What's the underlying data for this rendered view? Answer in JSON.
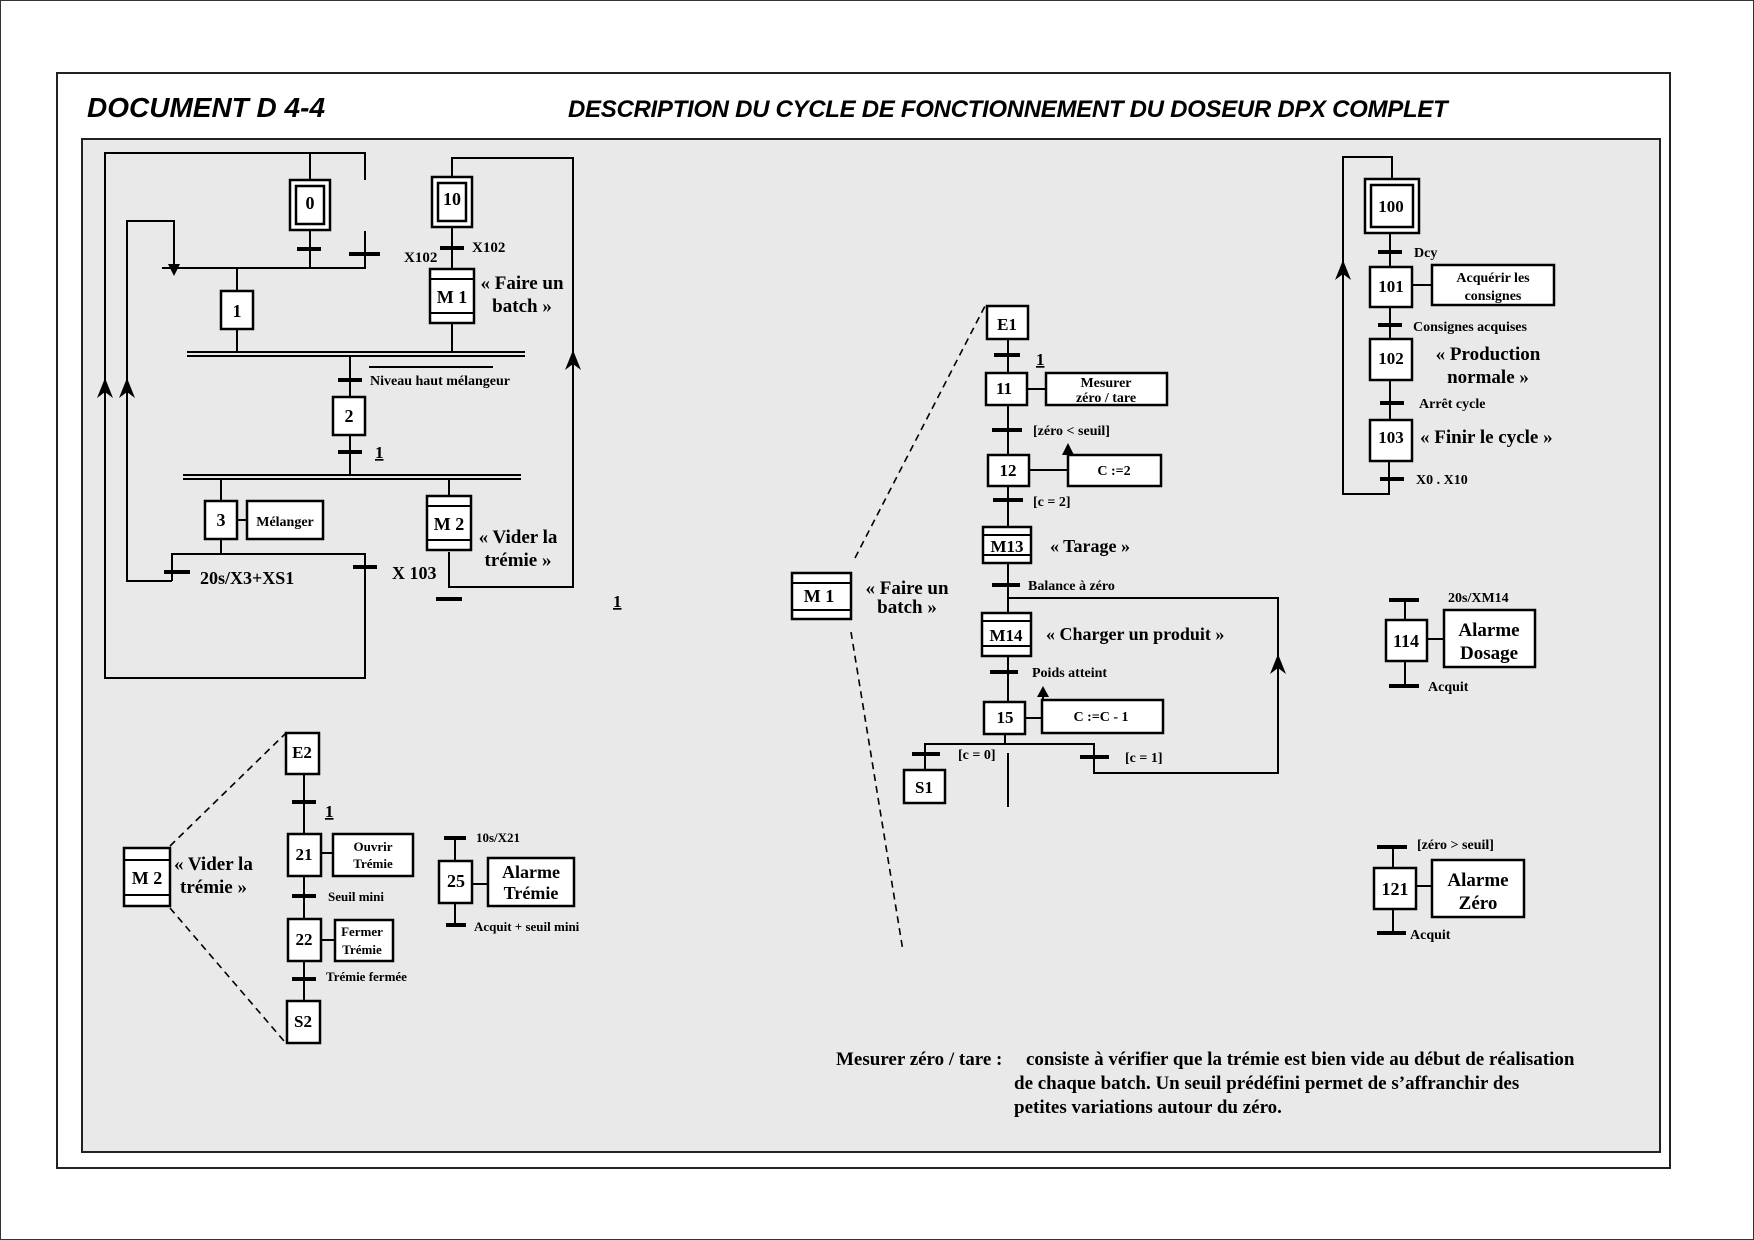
{
  "header": {
    "document_id": "DOCUMENT  D 4-4",
    "title": "DESCRIPTION DU CYCLE DE FONCTIONNEMENT  DU DOSEUR DPX COMPLET"
  },
  "grafcet_main": {
    "steps": {
      "s0": "0",
      "s10": "10",
      "s1": "1",
      "m1": "M 1",
      "s2": "2",
      "s3": "3",
      "m2": "M 2"
    },
    "actions": {
      "s3": "Mélanger"
    },
    "comments": {
      "m1_line1": "« Faire un",
      "m1_line2": "batch »",
      "m2_line1": "« Vider la",
      "m2_line2": "trémie »"
    },
    "transitions": {
      "t0": "X102",
      "t10": "X102",
      "t_sync": "Niveau haut mélangeur",
      "t2": "1",
      "t3a": "20s/X3+XS1",
      "t3b": "X 103",
      "tm2": "1"
    }
  },
  "macro_m2": {
    "macro_label": "M 2",
    "comment_line1": "« Vider la",
    "comment_line2": "trémie »",
    "steps": {
      "entry": "E2",
      "s21": "21",
      "s22": "22",
      "exit": "S2"
    },
    "actions": {
      "s21_l1": "Ouvrir",
      "s21_l2": "Trémie",
      "s22_l1": "Fermer",
      "s22_l2": "Trémie"
    },
    "transitions": {
      "tE2": "1",
      "t21": "Seuil mini",
      "t22": "Trémie fermée"
    }
  },
  "alarm_25": {
    "step": "25",
    "action_l1": "Alarme",
    "action_l2": "Trémie",
    "t_in": "10s/X21",
    "t_out": "Acquit + seuil mini"
  },
  "macro_m1": {
    "macro_label": "M 1",
    "comment_line1": "« Faire un",
    "comment_line2": "batch »",
    "steps": {
      "entry": "E1",
      "s11": "11",
      "s12": "12",
      "m13": "M13",
      "m14": "M14",
      "s15": "15",
      "exit": "S1"
    },
    "actions": {
      "s11_l1": "Mesurer",
      "s11_l2": "zéro / tare",
      "s12": "C :=2",
      "s15": "C :=C - 1"
    },
    "comments": {
      "m13": "« Tarage »",
      "m14": "« Charger un produit »"
    },
    "transitions": {
      "tE1": "1",
      "t11": "[zéro < seuil]",
      "t12": "[c = 2]",
      "tm13": "Balance à zéro",
      "tm14": "Poids atteint",
      "t15a": "[c = 0]",
      "t15b": "[c = 1]"
    }
  },
  "grafcet_supervision": {
    "steps": {
      "s100": "100",
      "s101": "101",
      "s102": "102",
      "s103": "103"
    },
    "actions": {
      "s101_l1": "Acquérir les",
      "s101_l2": "consignes"
    },
    "comments": {
      "s102_l1": "« Production",
      "s102_l2": "normale »",
      "s103": "« Finir le cycle »"
    },
    "transitions": {
      "t100": "Dcy",
      "t101": "Consignes acquises",
      "t102": "Arrêt cycle",
      "t103": "X0 . X10"
    }
  },
  "alarm_114": {
    "step": "114",
    "action_l1": "Alarme",
    "action_l2": "Dosage",
    "t_in": "20s/XM14",
    "t_out": "Acquit"
  },
  "alarm_121": {
    "step": "121",
    "action_l1": "Alarme",
    "action_l2": "Zéro",
    "t_in": "[zéro > seuil]",
    "t_out": "Acquit"
  },
  "note": {
    "label": "Mesurer zéro / tare :",
    "line1": "consiste à vérifier que la trémie est bien vide au début de réalisation",
    "line2": "de chaque batch. Un seuil prédéfini permet de s’affranchir des",
    "line3": "petites variations autour du zéro."
  }
}
